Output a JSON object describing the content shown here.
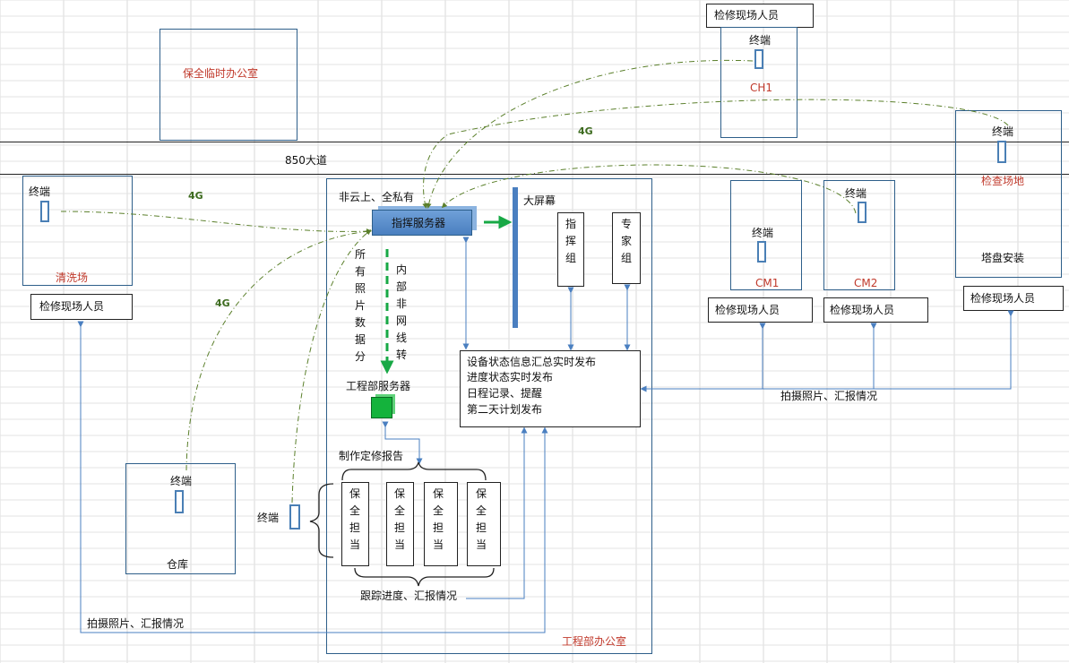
{
  "road": {
    "label": "850大道"
  },
  "offices": {
    "temp": "保全临时办公室",
    "eng": "工程部办公室",
    "eng_note": "非云上、全私有"
  },
  "sites": {
    "ch1": "CH1",
    "cm1": "CM1",
    "cm2": "CM2",
    "inspect": "检查场地",
    "inspect_sub": "塔盘安装",
    "wash": "清洗场",
    "warehouse": "仓库"
  },
  "terminal": "终端",
  "staff": "检修现场人员",
  "network": {
    "g4": "4G"
  },
  "servers": {
    "command": "指挥服务器",
    "eng": "工程部服务器",
    "all_photos": "所有照片数据分",
    "internal": "内部非网线转"
  },
  "screen": {
    "label": "大屏幕",
    "group_cmd": "指挥组",
    "group_exp": "专家组"
  },
  "publish": {
    "line1": "设备状态信息汇总实时发布",
    "line2": "进度状态实时发布",
    "line3": "日程记录、提醒",
    "line4": "第二天计划发布"
  },
  "report": {
    "make": "制作定修报告",
    "track": "跟踪进度、汇报情况",
    "photo": "拍摄照片、汇报情况"
  },
  "guard": [
    "保全担当",
    "保全担当",
    "保全担当",
    "保全担当"
  ]
}
